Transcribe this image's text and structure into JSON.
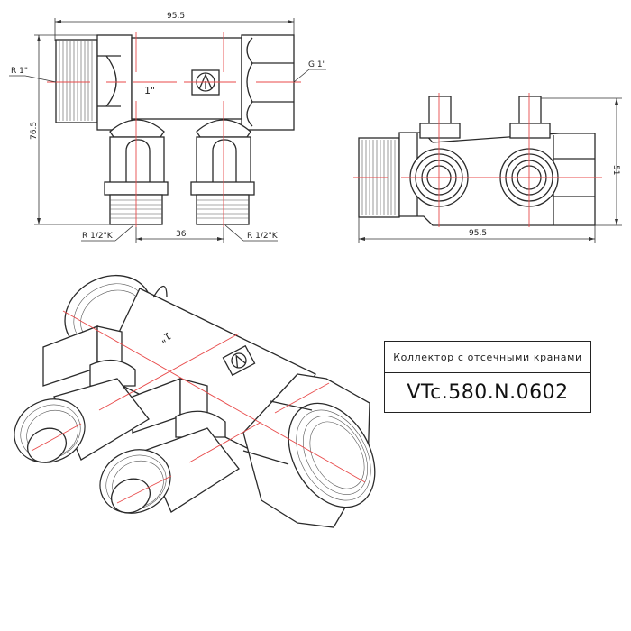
{
  "drawing": {
    "title_block": {
      "description": "Коллектор с отсечными кранами",
      "article": "VTc.580.N.0602"
    },
    "front_view": {
      "overall_length": "95.5",
      "overall_height": "76.5",
      "outlet_spacing": "36",
      "inlet_thread_label": "R 1\"",
      "outlet_thread_label": "G 1\"",
      "branch_thread_left": "R 1/2\"K",
      "branch_thread_right": "R 1/2\"K",
      "body_marking": "1\""
    },
    "top_view": {
      "overall_length": "95.5",
      "overall_height": "51"
    },
    "colors": {
      "line": "#2a2a2a",
      "axis": "#e84a4a",
      "background": "#ffffff"
    }
  }
}
